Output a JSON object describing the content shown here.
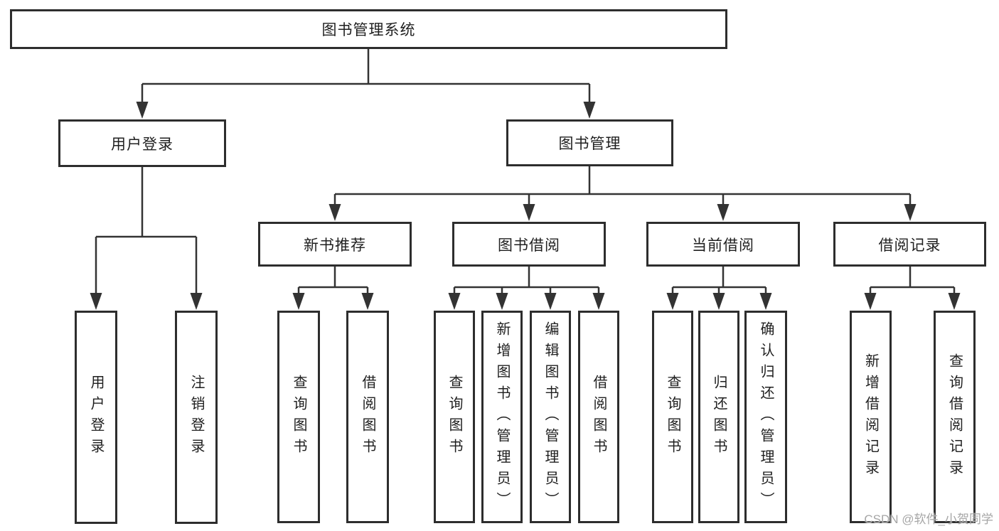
{
  "tree": {
    "root": {
      "label": "图书管理系统"
    },
    "login": {
      "label": "用户登录",
      "children": [
        {
          "label": "用户登录"
        },
        {
          "label": "注销登录"
        }
      ]
    },
    "management": {
      "label": "图书管理",
      "sections": [
        {
          "label": "新书推荐",
          "children": [
            {
              "label": "查询图书"
            },
            {
              "label": "借阅图书"
            }
          ]
        },
        {
          "label": "图书借阅",
          "children": [
            {
              "label": "查询图书"
            },
            {
              "label": "新增图书（管理员）"
            },
            {
              "label": "编辑图书（管理员）"
            },
            {
              "label": "借阅图书"
            }
          ]
        },
        {
          "label": "当前借阅",
          "children": [
            {
              "label": "查询图书"
            },
            {
              "label": "归还图书"
            },
            {
              "label": "确认归还（管理员）"
            }
          ]
        },
        {
          "label": "借阅记录",
          "children": [
            {
              "label": "新增借阅记录"
            },
            {
              "label": "查询借阅记录"
            }
          ]
        }
      ]
    }
  },
  "watermark": {
    "text": "CSDN @软件_小贺同学"
  },
  "colors": {
    "line": "#333333",
    "border": "#2d2d2d",
    "text": "#1f1f1f",
    "watermark": "#a6a6a6",
    "background": "#ffffff"
  }
}
